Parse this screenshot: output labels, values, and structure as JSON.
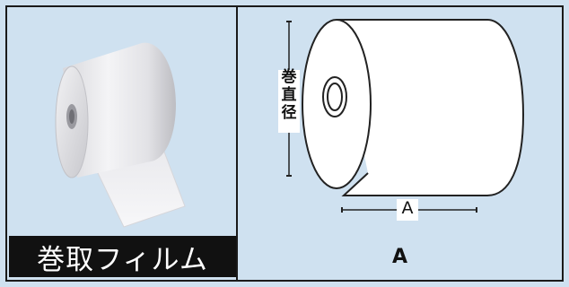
{
  "left_panel": {
    "caption": "巻取フィルム"
  },
  "diagram": {
    "diameter_label_chars": [
      "巻",
      "直",
      "径"
    ],
    "width_label": "A"
  },
  "right_panel": {
    "caption": "A"
  },
  "colors": {
    "background": "#cfe1f0",
    "border": "#1a1a1a",
    "caption_bg": "#111111",
    "caption_text": "#ffffff"
  }
}
